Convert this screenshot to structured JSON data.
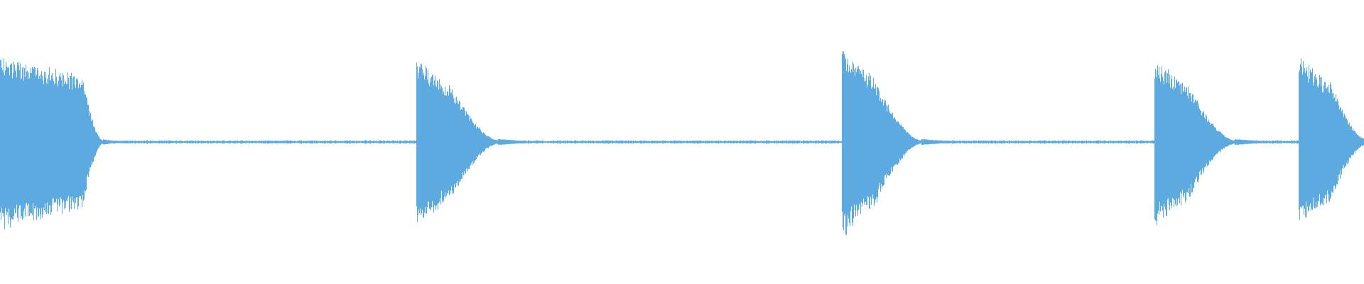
{
  "waveform": {
    "color": "#5DAAE0",
    "background": "#ffffff",
    "amplitude_range": [
      -1,
      1
    ],
    "baseline": 0,
    "noise_floor": 0.015,
    "segments": [
      {
        "start": 0.0,
        "end": 0.075,
        "peak": 0.95,
        "sustain": 0.72,
        "decay_to": 0.02,
        "decay_start": 0.06
      },
      {
        "start": 0.305,
        "end": 0.365,
        "peak": 0.92,
        "sustain": 0.62,
        "decay_to": 0.02,
        "decay_start": 0.33
      },
      {
        "start": 0.617,
        "end": 0.675,
        "peak": 1.0,
        "sustain": 0.72,
        "decay_to": 0.02,
        "decay_start": 0.64
      },
      {
        "start": 0.846,
        "end": 0.905,
        "peak": 0.9,
        "sustain": 0.64,
        "decay_to": 0.02,
        "decay_start": 0.87
      },
      {
        "start": 0.952,
        "end": 1.0,
        "peak": 0.92,
        "sustain": 0.65,
        "decay_to": 0.04,
        "decay_start": 0.975
      }
    ]
  }
}
